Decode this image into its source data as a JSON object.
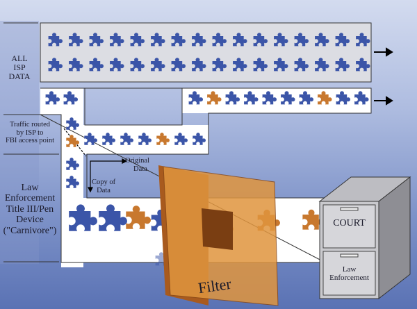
{
  "labels": {
    "all_isp_data": [
      "ALL",
      "ISP",
      "DATA"
    ],
    "traffic_routed": [
      "Traffic routed",
      "by ISP to",
      "FBI access point"
    ],
    "original_data": [
      "Original",
      "Data"
    ],
    "copy_of_data": [
      "Copy of",
      "Data"
    ],
    "law_enforcement_device": [
      "Law",
      "Enforcement",
      "Title III/Pen",
      "Device",
      "(\"Carnivore\")"
    ],
    "filter": "Filter",
    "cabinet_top": "COURT",
    "cabinet_bottom": [
      "Law",
      "Enforcement"
    ]
  },
  "colors": {
    "data_piece": "#3b55a8",
    "target_piece": "#c8782e",
    "filter": "#d98a35"
  }
}
